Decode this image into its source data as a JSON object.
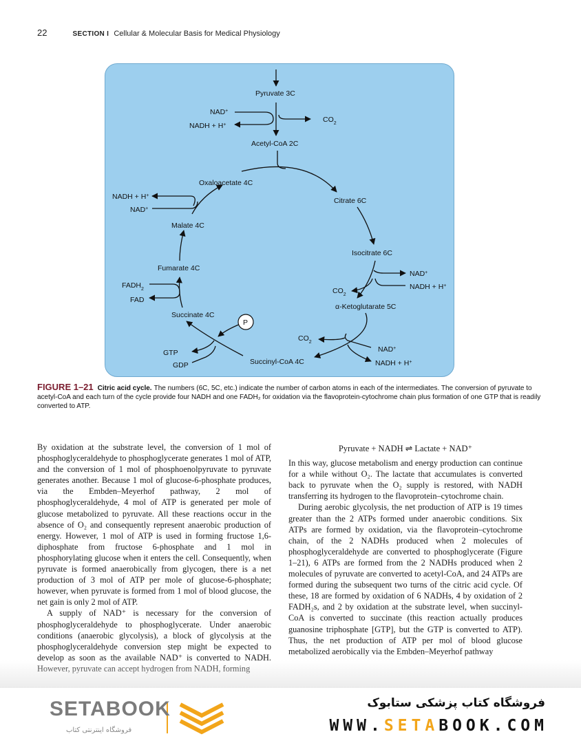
{
  "header": {
    "page_number": "22",
    "section_label": "SECTION I",
    "section_title": "Cellular & Molecular Basis for Medical Physiology"
  },
  "diagram": {
    "pyruvate": "Pyruvate 3C",
    "nad_top": "NAD",
    "nadh_top": "NADH + H",
    "co2_top": "CO",
    "acetyl": "Acetyl-CoA 2C",
    "oxaloacetate": "Oxaloacetate 4C",
    "citrate": "Citrate 6C",
    "isocitrate": "Isocitrate 6C",
    "nad_iso": "NAD",
    "nadh_iso": "NADH + H",
    "co2_iso": "CO",
    "ketoglutarate": "α-Ketoglutarate 5C",
    "co2_kg": "CO",
    "nad_kg": "NAD",
    "nadh_kg": "NADH + H",
    "succinyl": "Succinyl-CoA 4C",
    "p": "P",
    "gtp": "GTP",
    "gdp": "GDP",
    "succinate": "Succinate 4C",
    "fadh": "FADH",
    "fad": "FAD",
    "fumarate": "Fumarate 4C",
    "malate": "Malate 4C",
    "nadh_mal": "NADH + H",
    "nad_mal": "NAD",
    "sup_plus": "+",
    "sub_2": "2"
  },
  "caption": {
    "figure_label": "FIGURE 1–21",
    "title": "Citric acid cycle.",
    "text": "The numbers (6C, 5C, etc.) indicate the number of carbon atoms in each of the intermediates. The conversion of pyruvate to acetyl-CoA and each turn of the cycle provide four NADH and one FADH₂ for oxidation via the flavoprotein-cytochrome chain plus formation of one GTP that is readily converted to ATP."
  },
  "body": {
    "left_p1": "By oxidation at the substrate level, the conversion of 1 mol of phosphoglyceraldehyde to phosphoglycerate generates 1 mol of ATP, and the conversion of 1 mol of phosphoenolpyruvate to pyruvate generates another. Because 1 mol of glucose-6-phosphate produces, via the Embden–Meyerhof pathway, 2 mol of phosphoglyceraldehyde, 4 mol of ATP is generated per mole of glucose metabolized to pyruvate. All these reactions occur in the absence of O₂ and consequently represent anaerobic production of energy. However, 1 mol of ATP is used in forming fructose 1,6-diphosphate from fructose 6-phosphate and 1 mol in phosphorylating glucose when it enters the cell. Consequently, when pyruvate is formed anaerobically from glycogen, there is a net production of 3 mol of ATP per mole of glucose-6-phosphate; however, when pyruvate is formed from 1 mol of blood glucose, the net gain is only 2 mol of ATP.",
    "left_p2": "A supply of NAD⁺ is necessary for the conversion of phosphoglyceraldehyde to phosphoglycerate. Under anaerobic conditions (anaerobic glycolysis), a block of glycolysis at the phosphoglyceraldehyde conversion step might be expected to develop as soon as the available NAD⁺ is converted to NADH. However, pyruvate can accept hydrogen from NADH, forming",
    "equation": "Pyruvate + NADH ⇌ Lactate + NAD⁺",
    "right_p1": "In this way, glucose metabolism and energy production can continue for a while without O₂. The lactate that accumulates is converted back to pyruvate when the O₂ supply is restored, with NADH transferring its hydrogen to the flavoprotein–cytochrome chain.",
    "right_p2": "During aerobic glycolysis, the net production of ATP is 19 times greater than the 2 ATPs formed under anaerobic conditions. Six ATPs are formed by oxidation, via the flavoprotein–cytochrome chain, of the 2 NADHs produced when 2 molecules of phosphoglyceraldehyde are converted to phosphoglycerate (Figure 1–21), 6 ATPs are formed from the 2 NADHs produced when 2 molecules of pyruvate are converted to acetyl-CoA, and 24 ATPs are formed during the subsequent two turns of the citric acid cycle. Of these, 18 are formed by oxidation of 6 NADHs, 4 by oxidation of 2 FADH₂s, and 2 by oxidation at the substrate level, when succinyl-CoA is converted to succinate (this reaction actually produces guanosine triphosphate [GTP], but the GTP is converted to ATP). Thus, the net production of ATP per mol of blood glucose metabolized aerobically via the Embden–Meyerhof pathway"
  },
  "footer": {
    "logo_text": "SETABOOK",
    "logo_sub": "فروشگاه اینترنتی کتاب",
    "store_name": "فروشگاه کتاب پزشکی ستابوک",
    "url_prefix": "WWW.",
    "url_highlight": "SETA",
    "url_suffix": "BOOK.COM"
  }
}
